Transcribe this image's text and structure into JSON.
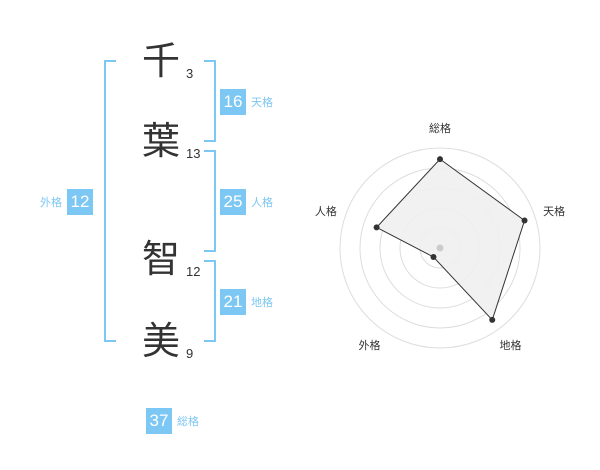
{
  "name_chars": [
    {
      "char": "千",
      "strokes": "3"
    },
    {
      "char": "葉",
      "strokes": "13"
    },
    {
      "char": "智",
      "strokes": "12"
    },
    {
      "char": "美",
      "strokes": "9"
    }
  ],
  "kaku": {
    "tenkaku": {
      "value": "16",
      "label": "天格"
    },
    "jinkaku": {
      "value": "25",
      "label": "人格"
    },
    "chikaku": {
      "value": "21",
      "label": "地格"
    },
    "gaikaku": {
      "value": "12",
      "label": "外格"
    },
    "soukaku": {
      "value": "37",
      "label": "総格"
    }
  },
  "colors": {
    "accent": "#7cc7f3",
    "text": "#333333",
    "radar_fill": "#f0f0f0",
    "radar_line": "#333333",
    "ring": "#dddddd"
  },
  "chart_data": {
    "type": "radar",
    "axes": [
      "総格",
      "天格",
      "地格",
      "外格",
      "人格"
    ],
    "values": [
      4,
      4,
      4,
      0.5,
      3
    ],
    "rmax": 4.5,
    "rings": 5,
    "center_dot": true
  }
}
